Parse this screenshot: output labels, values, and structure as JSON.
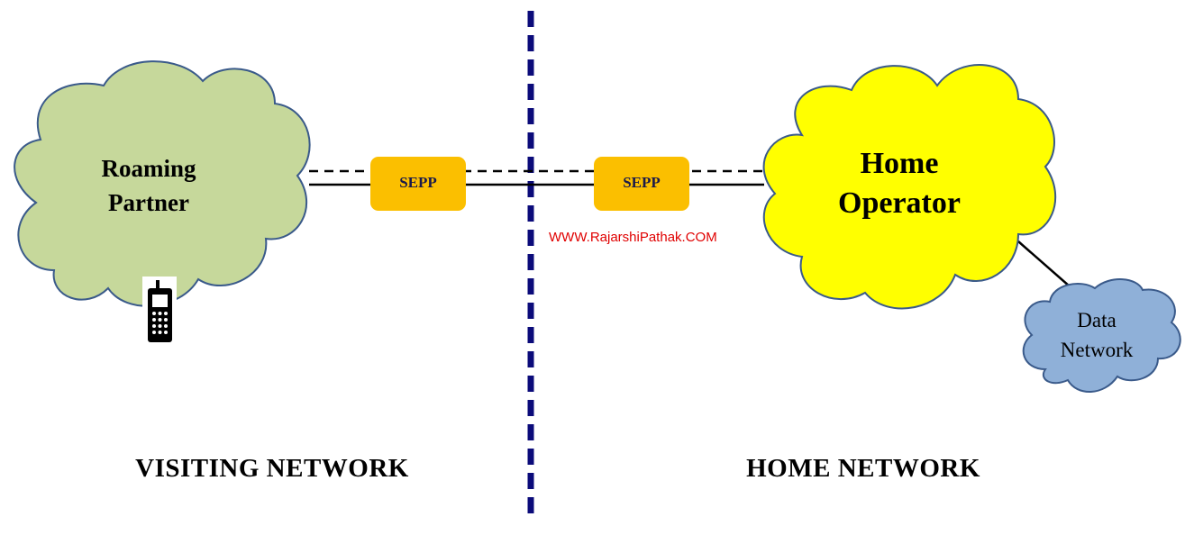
{
  "clouds": {
    "visiting": {
      "line1": "Roaming",
      "line2": "Partner",
      "fill": "#c6d89b"
    },
    "home": {
      "line1": "Home",
      "line2": "Operator",
      "fill": "#ffff00"
    },
    "data": {
      "line1": "Data",
      "line2": "Network",
      "fill": "#8fb0d8"
    }
  },
  "sepp": {
    "left_label": "SEPP",
    "right_label": "SEPP",
    "fill": "#fbbf00"
  },
  "watermark": {
    "text": "WWW.RajarshiPathak.COM",
    "color": "#e00000"
  },
  "networks": {
    "visiting": "VISITING NETWORK",
    "home": "HOME NETWORK"
  },
  "divider": {
    "color": "#0b0b7a"
  },
  "icons": {
    "device": "mobile-phone-icon"
  }
}
